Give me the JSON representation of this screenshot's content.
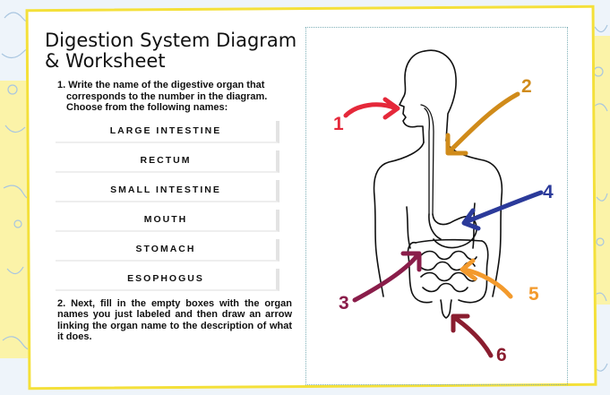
{
  "title": "Digestion System Diagram & Worksheet",
  "instruction1": "1. Write the name of the digestive organ that  corresponds to the number in the diagram. Choose from the following names:",
  "choices": [
    "LARGE INTESTINE",
    "RECTUM",
    "SMALL INTESTINE",
    "MOUTH",
    "STOMACH",
    "ESOPHOGUS"
  ],
  "instruction2": "2. Next, fill in the empty boxes with the organ names you just labeled and then draw an arrow linking the organ name to the description of what it does.",
  "labels": [
    {
      "number": "1",
      "color": "#e5283a"
    },
    {
      "number": "2",
      "color": "#d08b1a"
    },
    {
      "number": "3",
      "color": "#8a1d4a"
    },
    {
      "number": "4",
      "color": "#2b3a9a"
    },
    {
      "number": "5",
      "color": "#f39a2c"
    },
    {
      "number": "6",
      "color": "#8a1d2f"
    }
  ],
  "colors": {
    "sheet_border": "#f4e03a",
    "background": "#eef4fa"
  }
}
